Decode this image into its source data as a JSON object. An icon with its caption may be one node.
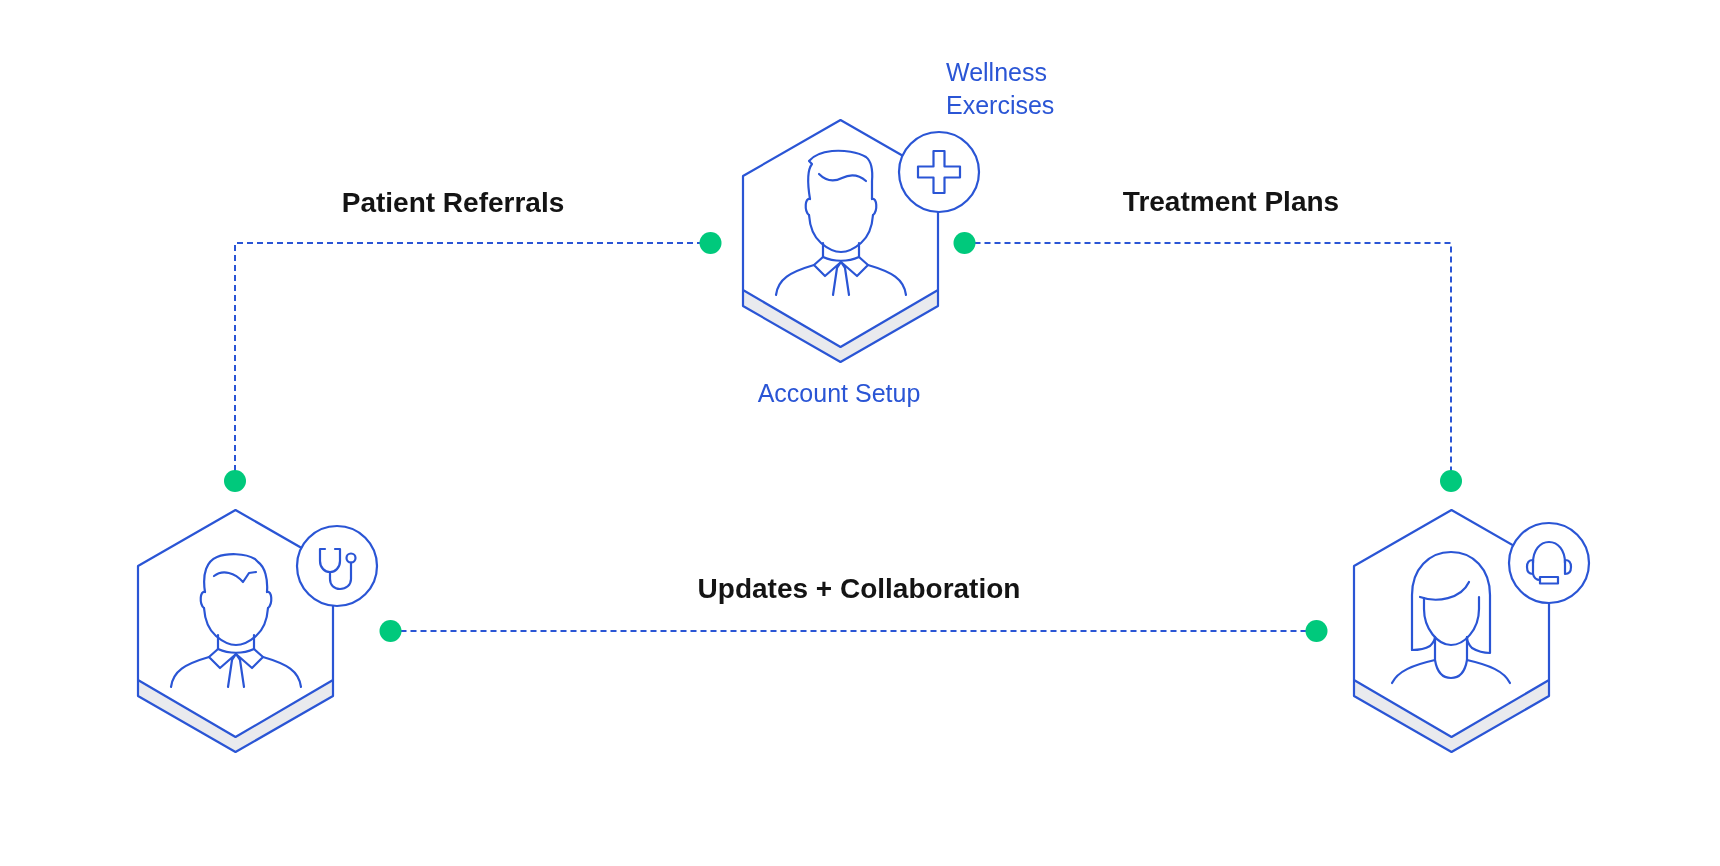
{
  "diagram": {
    "nodes": [
      {
        "text": [],
        "shape": "person",
        "beside": [
          "Wellness Exercises",
          "Account Setup"
        ]
      },
      {
        "text": [],
        "shape": "person"
      },
      {
        "text": [],
        "shape": "person"
      }
    ],
    "edges": [
      {
        "from": 1,
        "to": 0,
        "arrow": "other",
        "label": "Patient Referrals",
        "style": "dashed"
      },
      {
        "from": 0,
        "to": 2,
        "arrow": "other",
        "label": "Treatment Plans",
        "style": "dashed"
      },
      {
        "from": 1,
        "to": 2,
        "arrow": "other",
        "label": "Updates + Collaboration",
        "style": "dashed"
      }
    ]
  }
}
